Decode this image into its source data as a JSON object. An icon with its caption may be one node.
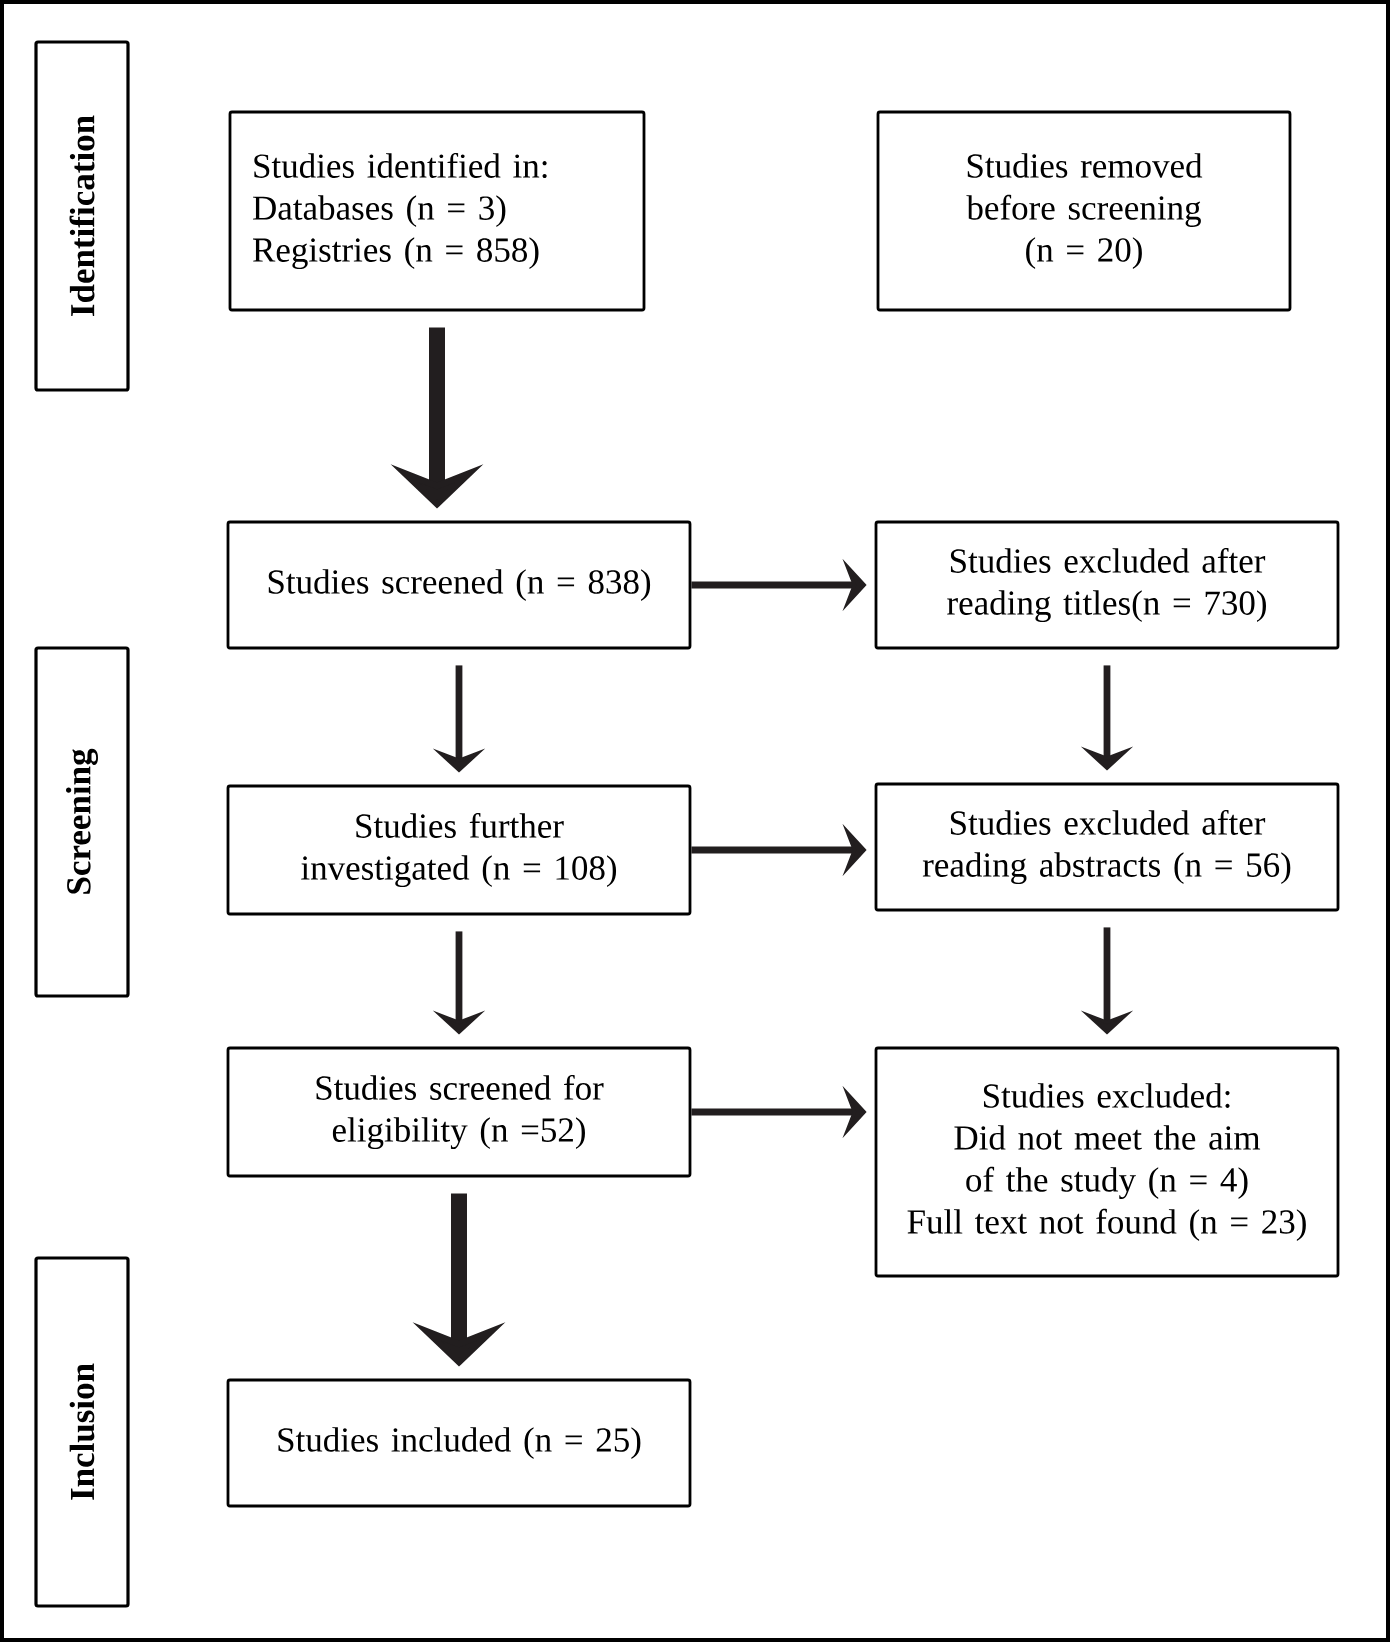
{
  "diagram": {
    "nodes": [
      {
        "text": [
          "Identification"
        ]
      },
      {
        "text": [
          "Studies identified in:",
          "Databases (n = 3)",
          "Registries (n = 858)"
        ]
      },
      {
        "text": [
          "Studies removed before screening (n = 20)"
        ]
      },
      {
        "text": [
          "Screening"
        ]
      },
      {
        "text": [
          "Studies screened (n = 838)"
        ]
      },
      {
        "text": [
          "Studies excluded after reading titles(n = 730)"
        ]
      },
      {
        "text": [
          "Studies further investigated (n = 108)"
        ]
      },
      {
        "text": [
          "Studies excluded after reading abstracts (n = 56)"
        ]
      },
      {
        "text": [
          "Studies screened for eligibility (n =52)"
        ]
      },
      {
        "text": [
          "Studies excluded:",
          "Did not meet the aim of the study (n = 4)",
          "Full text not found (n = 23)"
        ]
      },
      {
        "text": [
          "Inclusion"
        ]
      },
      {
        "text": [
          "Studies included (n = 25)"
        ]
      }
    ],
    "edges": [
      {
        "from": 1,
        "to": 4,
        "arrow": "to",
        "style": "thick"
      },
      {
        "from": 4,
        "to": 5,
        "arrow": "to"
      },
      {
        "from": 4,
        "to": 6,
        "arrow": "to"
      },
      {
        "from": 5,
        "to": 7,
        "arrow": "to"
      },
      {
        "from": 6,
        "to": 7,
        "arrow": "to"
      },
      {
        "from": 6,
        "to": 8,
        "arrow": "to"
      },
      {
        "from": 7,
        "to": 9,
        "arrow": "to"
      },
      {
        "from": 8,
        "to": 9,
        "arrow": "to"
      },
      {
        "from": 8,
        "to": 11,
        "arrow": "to",
        "style": "thick"
      }
    ]
  }
}
